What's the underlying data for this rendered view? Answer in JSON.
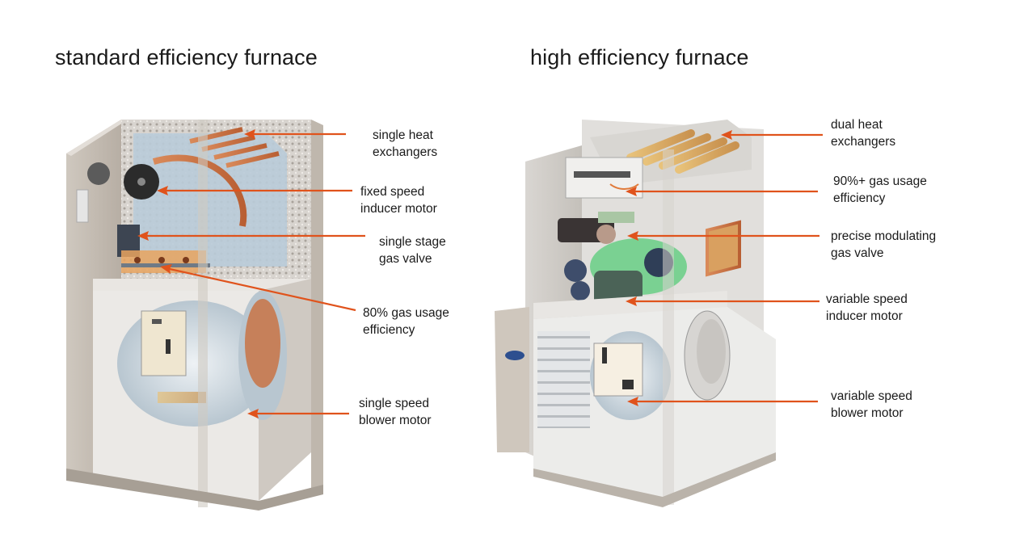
{
  "titles": {
    "standard": "standard efficiency furnace",
    "high": "high efficiency furnace"
  },
  "accent_color": "#e0531c",
  "standard_labels": [
    {
      "id": "single-heat-exchangers",
      "text": "single heat\nexchangers"
    },
    {
      "id": "fixed-speed-inducer-motor",
      "text": "fixed speed\ninducer motor"
    },
    {
      "id": "single-stage-gas-valve",
      "text": "single stage\ngas valve"
    },
    {
      "id": "80-gas-usage-efficiency",
      "text": "80% gas usage\nefficiency"
    },
    {
      "id": "single-speed-blower-motor",
      "text": "single speed\nblower motor"
    }
  ],
  "high_labels": [
    {
      "id": "dual-heat-exchangers",
      "text": "dual heat\nexchangers"
    },
    {
      "id": "90-gas-usage-efficiency",
      "text": "90%+ gas usage\nefficiency"
    },
    {
      "id": "precise-modulating-gas-valve",
      "text": "precise modulating\ngas valve"
    },
    {
      "id": "variable-speed-inducer-motor",
      "text": "variable speed\ninducer motor"
    },
    {
      "id": "variable-speed-blower-motor",
      "text": "variable speed\nblower motor"
    }
  ]
}
